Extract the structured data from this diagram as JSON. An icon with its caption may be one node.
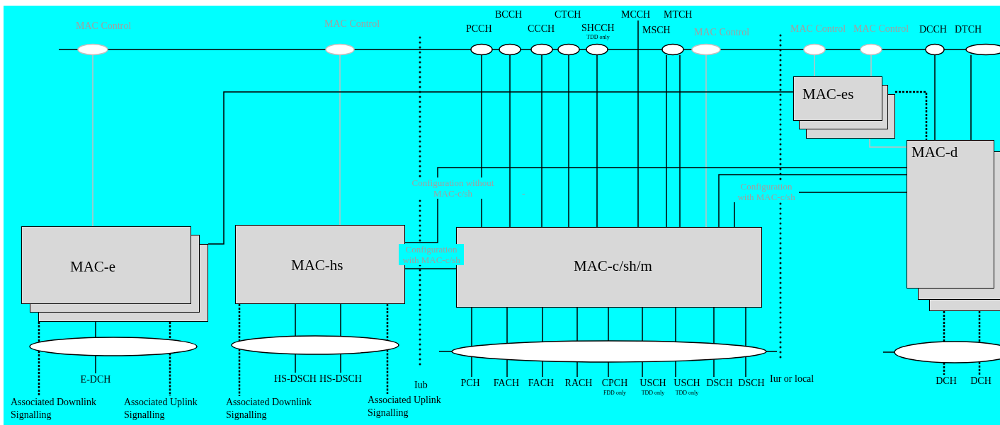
{
  "diagram": {
    "nodes": [
      {
        "text": [
          "MAC Control"
        ]
      },
      {
        "text": [
          "MAC Control"
        ]
      },
      {
        "text": [
          "PCCH"
        ]
      },
      {
        "text": [
          "BCCH"
        ]
      },
      {
        "text": [
          "CCCH"
        ]
      },
      {
        "text": [
          "CTCH"
        ]
      },
      {
        "text": [
          "SHCCH",
          "TDD only"
        ]
      },
      {
        "text": [
          "MCCH"
        ]
      },
      {
        "text": [
          "MTCH",
          "MSCH"
        ]
      },
      {
        "text": [
          "MAC Control"
        ]
      },
      {
        "text": [
          "MAC Control"
        ]
      },
      {
        "text": [
          "MAC Control"
        ]
      },
      {
        "text": [
          "DCCH"
        ]
      },
      {
        "text": [
          "DTCH"
        ]
      },
      {
        "text": [
          "MAC-e"
        ]
      },
      {
        "text": [
          "MAC-hs"
        ]
      },
      {
        "text": [
          "MAC-c/sh/m"
        ]
      },
      {
        "text": [
          "MAC-es"
        ]
      },
      {
        "text": [
          "MAC-d"
        ]
      },
      {
        "text": [],
        "shape": "ellipse"
      },
      {
        "text": [],
        "shape": "ellipse"
      },
      {
        "text": [],
        "shape": "ellipse"
      },
      {
        "text": [],
        "shape": "ellipse"
      },
      {
        "text": [
          "Associated Downlink Signalling"
        ]
      },
      {
        "text": [
          "E-DCH"
        ]
      },
      {
        "text": [
          "Associated Uplink Signalling"
        ]
      },
      {
        "text": [
          "Associated Downlink Signalling"
        ]
      },
      {
        "text": [
          "HS-DSCH"
        ]
      },
      {
        "text": [
          "HS-DSCH"
        ]
      },
      {
        "text": [
          "Associated Uplink Signalling"
        ]
      },
      {
        "text": [
          "PCH"
        ]
      },
      {
        "text": [
          "FACH"
        ]
      },
      {
        "text": [
          "FACH"
        ]
      },
      {
        "text": [
          "RACH"
        ]
      },
      {
        "text": [
          "CPCH",
          "FDD only"
        ]
      },
      {
        "text": [
          "USCH",
          "TDD only"
        ]
      },
      {
        "text": [
          "USCH",
          "TDD only"
        ]
      },
      {
        "text": [
          "DSCH"
        ]
      },
      {
        "text": [
          "DSCH"
        ]
      },
      {
        "text": [
          "DCH"
        ]
      },
      {
        "text": [
          "DCH"
        ]
      }
    ],
    "edges": [
      {
        "from": 0,
        "to": 14,
        "arrow": "none",
        "color": "#c0c0c0"
      },
      {
        "from": 1,
        "to": 15,
        "arrow": "none",
        "color": "#c0c0c0"
      },
      {
        "from": 2,
        "to": 16,
        "arrow": "none"
      },
      {
        "from": 3,
        "to": 16,
        "arrow": "none"
      },
      {
        "from": 4,
        "to": 16,
        "arrow": "none"
      },
      {
        "from": 5,
        "to": 16,
        "arrow": "none"
      },
      {
        "from": 6,
        "to": 16,
        "arrow": "none"
      },
      {
        "from": 7,
        "to": 16,
        "arrow": "none"
      },
      {
        "from": 8,
        "to": 16,
        "arrow": "none"
      },
      {
        "from": 8,
        "to": 16,
        "arrow": "none"
      },
      {
        "from": 9,
        "to": 16,
        "arrow": "none",
        "color": "#c0c0c0"
      },
      {
        "from": 10,
        "to": 17,
        "arrow": "none",
        "color": "#c0c0c0"
      },
      {
        "from": 11,
        "to": 17,
        "arrow": "none",
        "color": "#c0c0c0"
      },
      {
        "from": 17,
        "to": 18,
        "arrow": "none",
        "color": "#c0c0c0"
      },
      {
        "from": 12,
        "to": 18,
        "arrow": "none"
      },
      {
        "from": 13,
        "to": 18,
        "arrow": "none"
      },
      {
        "from": 14,
        "to": 17,
        "arrow": "none"
      },
      {
        "from": 17,
        "to": 18,
        "arrow": "none",
        "style": "dashed"
      },
      {
        "from": 15,
        "to": 18,
        "arrow": "none",
        "label": "Configuration without MAC-c/sh"
      },
      {
        "from": 15,
        "to": 16,
        "arrow": "none",
        "label": "Configuration with MAC-c/sh"
      },
      {
        "from": 16,
        "to": 18,
        "arrow": "none"
      },
      {
        "from": 16,
        "to": 18,
        "arrow": "none",
        "label": "Configuration with MAC-c/sh"
      },
      {
        "from": 14,
        "to": 19,
        "arrow": "none",
        "style": "dashed"
      },
      {
        "from": 19,
        "to": 23,
        "arrow": "none",
        "style": "dashed"
      },
      {
        "from": 14,
        "to": 19,
        "arrow": "none"
      },
      {
        "from": 19,
        "to": 24,
        "arrow": "none"
      },
      {
        "from": 14,
        "to": 19,
        "arrow": "none",
        "style": "dashed"
      },
      {
        "from": 19,
        "to": 25,
        "arrow": "none",
        "style": "dashed"
      },
      {
        "from": 15,
        "to": 20,
        "arrow": "none",
        "style": "dashed"
      },
      {
        "from": 20,
        "to": 26,
        "arrow": "none",
        "style": "dashed"
      },
      {
        "from": 15,
        "to": 20,
        "arrow": "none"
      },
      {
        "from": 15,
        "to": 20,
        "arrow": "none"
      },
      {
        "from": 20,
        "to": 27,
        "arrow": "none"
      },
      {
        "from": 20,
        "to": 28,
        "arrow": "none"
      },
      {
        "from": 15,
        "to": 20,
        "arrow": "none",
        "style": "dashed"
      },
      {
        "from": 20,
        "to": 29,
        "arrow": "none",
        "style": "dashed"
      },
      {
        "from": 16,
        "to": 21,
        "arrow": "none"
      },
      {
        "from": 16,
        "to": 21,
        "arrow": "none"
      },
      {
        "from": 16,
        "to": 21,
        "arrow": "none"
      },
      {
        "from": 16,
        "to": 21,
        "arrow": "none"
      },
      {
        "from": 16,
        "to": 21,
        "arrow": "none"
      },
      {
        "from": 16,
        "to": 21,
        "arrow": "none"
      },
      {
        "from": 16,
        "to": 21,
        "arrow": "none"
      },
      {
        "from": 16,
        "to": 21,
        "arrow": "none"
      },
      {
        "from": 16,
        "to": 21,
        "arrow": "none"
      },
      {
        "from": 21,
        "to": 30,
        "arrow": "none"
      },
      {
        "from": 21,
        "to": 31,
        "arrow": "none"
      },
      {
        "from": 21,
        "to": 32,
        "arrow": "none"
      },
      {
        "from": 21,
        "to": 33,
        "arrow": "none"
      },
      {
        "from": 21,
        "to": 34,
        "arrow": "none"
      },
      {
        "from": 21,
        "to": 35,
        "arrow": "none"
      },
      {
        "from": 21,
        "to": 36,
        "arrow": "none"
      },
      {
        "from": 21,
        "to": 37,
        "arrow": "none"
      },
      {
        "from": 21,
        "to": 38,
        "arrow": "none"
      },
      {
        "from": 18,
        "to": 22,
        "arrow": "none",
        "style": "dashed"
      },
      {
        "from": 18,
        "to": 22,
        "arrow": "none",
        "style": "dashed"
      },
      {
        "from": 22,
        "to": 39,
        "arrow": "none",
        "style": "dashed"
      },
      {
        "from": 22,
        "to": 40,
        "arrow": "none",
        "style": "dashed"
      }
    ],
    "labels": [
      "-",
      "Iub",
      "Iur or local"
    ]
  }
}
